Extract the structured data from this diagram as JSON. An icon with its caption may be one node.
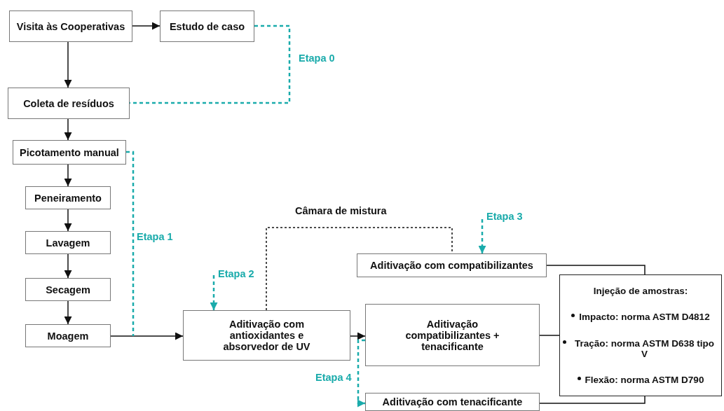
{
  "diagram": {
    "nodes": [
      {
        "text": [
          "Visita às Cooperativas"
        ]
      },
      {
        "text": [
          "Estudo de caso"
        ]
      },
      {
        "text": [
          "Coleta de resíduos"
        ]
      },
      {
        "text": [
          "Picotamento manual"
        ]
      },
      {
        "text": [
          "Peneiramento"
        ]
      },
      {
        "text": [
          "Lavagem"
        ]
      },
      {
        "text": [
          "Secagem"
        ]
      },
      {
        "text": [
          "Moagem"
        ]
      },
      {
        "text": [
          "Aditivação com antioxidantes e absorvedor de UV"
        ]
      },
      {
        "text": [
          "Aditivação com compatibilizantes"
        ]
      },
      {
        "text": [
          "Aditivação compatibilizantes + tenacificante"
        ]
      },
      {
        "text": [
          "Aditivação com tenacificante"
        ]
      },
      {
        "text": [
          "Injeção de amostras:",
          "Impacto: norma ASTM D4812",
          "Tração: norma ASTM D638 tipo V",
          "Flexão: norma ASTM D790"
        ]
      }
    ],
    "edges": [
      {
        "from": 0,
        "to": 1,
        "arrow": "to"
      },
      {
        "from": 0,
        "to": 2,
        "arrow": "to"
      },
      {
        "from": 1,
        "to": 2,
        "arrow": "none",
        "label": "Etapa 0",
        "style": "dashed",
        "color": "#1aabab"
      },
      {
        "from": 2,
        "to": 3,
        "arrow": "to"
      },
      {
        "from": 3,
        "to": 4,
        "arrow": "to"
      },
      {
        "from": 4,
        "to": 5,
        "arrow": "to"
      },
      {
        "from": 5,
        "to": 6,
        "arrow": "to"
      },
      {
        "from": 6,
        "to": 7,
        "arrow": "to"
      },
      {
        "from": 7,
        "to": 8,
        "arrow": "to"
      },
      {
        "from": 3,
        "to": null,
        "arrow": "none",
        "label": "Etapa 1",
        "style": "dashed",
        "color": "#1aabab"
      },
      {
        "from": null,
        "to": 8,
        "arrow": "to",
        "label": "Etapa 2",
        "style": "dashed",
        "color": "#1aabab"
      },
      {
        "from": 8,
        "to": 9,
        "arrow": "none",
        "label": "Câmara de mistura",
        "style": "dashed"
      },
      {
        "from": null,
        "to": 9,
        "arrow": "to",
        "label": "Etapa 3",
        "style": "dashed",
        "color": "#1aabab"
      },
      {
        "from": 8,
        "to": 10,
        "arrow": "to"
      },
      {
        "from": 10,
        "to": 11,
        "arrow": "to",
        "label": "Etapa 4",
        "style": "dashed",
        "color": "#1aabab"
      },
      {
        "from": 9,
        "to": 12,
        "arrow": "none"
      },
      {
        "from": 10,
        "to": 12,
        "arrow": "none"
      },
      {
        "from": 11,
        "to": 12,
        "arrow": "none"
      }
    ]
  }
}
